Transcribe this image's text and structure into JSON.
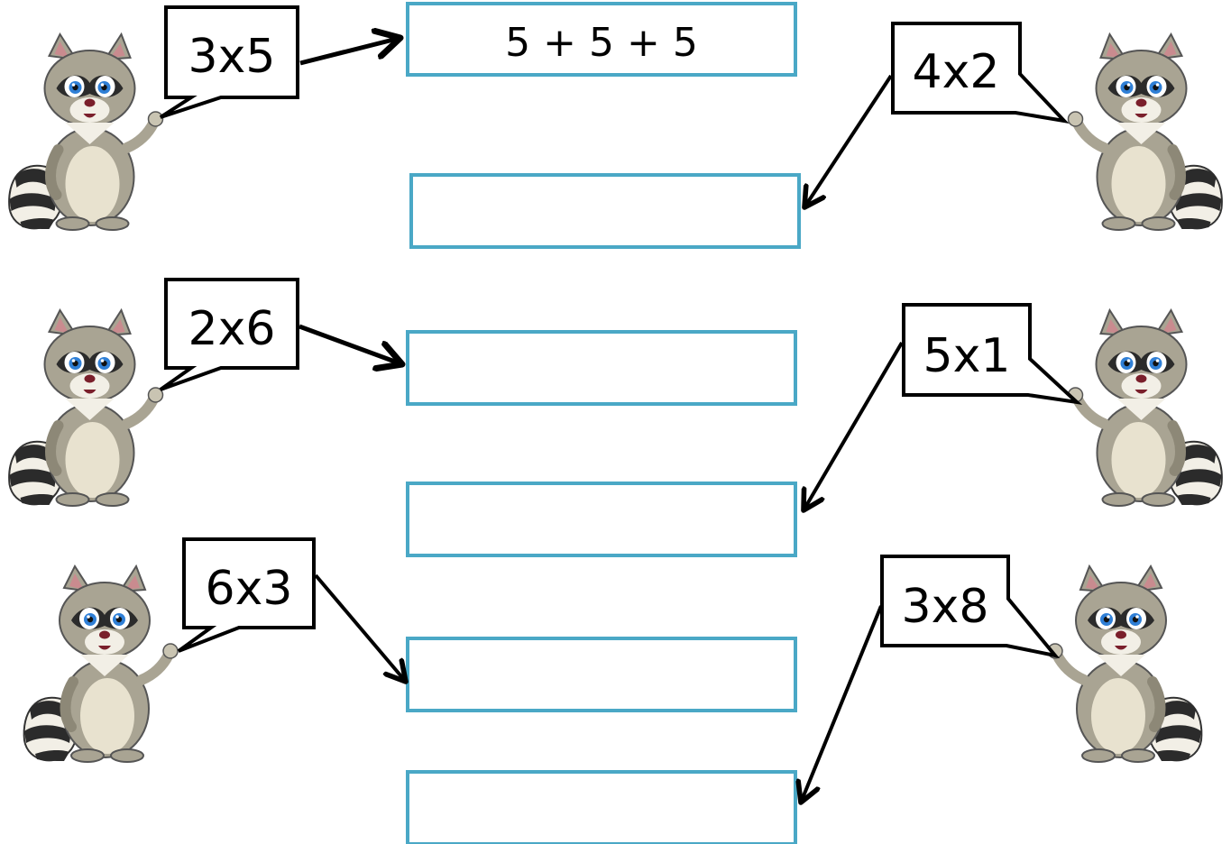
{
  "problems": [
    {
      "expression": "3x5",
      "answer": "5 + 5 + 5"
    },
    {
      "expression": "4x2",
      "answer": ""
    },
    {
      "expression": "2x6",
      "answer": ""
    },
    {
      "expression": "5x1",
      "answer": ""
    },
    {
      "expression": "6x3",
      "answer": ""
    },
    {
      "expression": "3x8",
      "answer": ""
    }
  ],
  "colors": {
    "box_border": "#4aa8c6",
    "raccoon_fur": "#a9a493",
    "raccoon_belly": "#e8e2cf",
    "raccoon_dark": "#2b2b2b",
    "eye_iris": "#2f7fd6",
    "nose": "#7a1f2b",
    "ear_inner": "#c98b8f"
  },
  "icons": {
    "character": "raccoon-icon",
    "connector": "arrow-icon"
  }
}
